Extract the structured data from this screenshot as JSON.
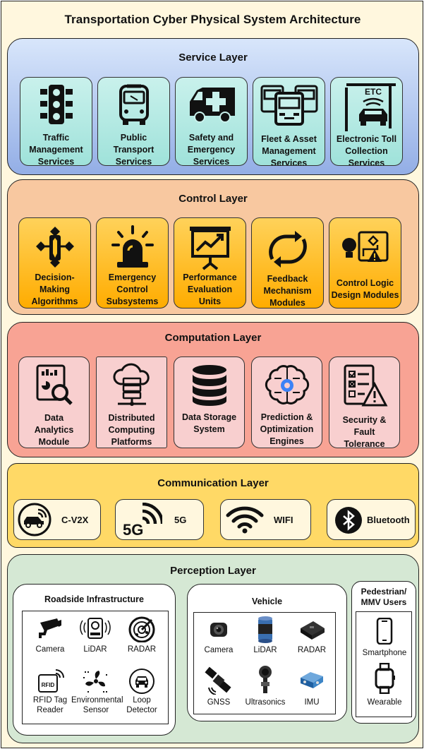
{
  "title": "Transportation Cyber Physical System Architecture",
  "service_layer": {
    "title": "Service Layer",
    "items": [
      {
        "label": "Traffic\nManagement\nServices",
        "icon": "traffic-light-icon"
      },
      {
        "label": "Public\nTransport\nServices",
        "icon": "bus-icon"
      },
      {
        "label": "Safety and\nEmergency\nServices",
        "icon": "ambulance-icon"
      },
      {
        "label": "Fleet & Asset\nManagement\nServices",
        "icon": "truck-fleet-icon"
      },
      {
        "label": "Electronic Toll\nCollection\nServices",
        "icon": "toll-gate-icon",
        "badge": "ETC"
      }
    ]
  },
  "control_layer": {
    "title": "Control Layer",
    "items": [
      {
        "label": "Decision-\nMaking\nAlgorithms",
        "icon": "decision-tree-icon"
      },
      {
        "label": "Emergency\nControl\nSubsystems",
        "icon": "siren-icon"
      },
      {
        "label": "Performance\nEvaluation\nUnits",
        "icon": "presentation-chart-icon"
      },
      {
        "label": "Feedback\nMechanism\nModules",
        "icon": "feedback-loop-icon"
      },
      {
        "label": "Control Logic\nDesign Modules",
        "icon": "logic-design-icon"
      }
    ]
  },
  "computation_layer": {
    "title": "Computation Layer",
    "items": [
      {
        "label": "Data\nAnalytics\nModule",
        "icon": "analytics-icon"
      },
      {
        "label": "Distributed\nComputing\nPlatforms",
        "icon": "cloud-server-icon"
      },
      {
        "label": "Data Storage\nSystem",
        "icon": "database-icon"
      },
      {
        "label": "Prediction &\nOptimization\nEngines",
        "icon": "brain-gear-icon"
      },
      {
        "label": "Security & Fault\nTolerance\nModules",
        "icon": "checklist-warning-icon"
      }
    ]
  },
  "communication_layer": {
    "title": "Communication Layer",
    "items": [
      {
        "label": "C-V2X",
        "icon": "car-signal-icon"
      },
      {
        "label": "5G",
        "icon": "5g-icon",
        "badge": "5G"
      },
      {
        "label": "WIFI",
        "icon": "wifi-icon"
      },
      {
        "label": "Bluetooth",
        "icon": "bluetooth-icon"
      }
    ]
  },
  "perception_layer": {
    "title": "Perception Layer",
    "roadside": {
      "title": "Roadside Infrastructure",
      "items": [
        {
          "label": "Camera",
          "icon": "cctv-camera-icon"
        },
        {
          "label": "LiDAR",
          "icon": "lidar-icon"
        },
        {
          "label": "RADAR",
          "icon": "radar-icon"
        },
        {
          "label": "RFID Tag\nReader",
          "icon": "rfid-icon",
          "badge": "RFID"
        },
        {
          "label": "Environmental\nSensor",
          "icon": "fan-sensor-icon"
        },
        {
          "label": "Loop\nDetector",
          "icon": "loop-detector-icon"
        }
      ]
    },
    "vehicle": {
      "title": "Vehicle",
      "items": [
        {
          "label": "Camera",
          "icon": "camera-icon"
        },
        {
          "label": "LiDAR",
          "icon": "lidar-unit-icon"
        },
        {
          "label": "RADAR",
          "icon": "radar-unit-icon"
        },
        {
          "label": "GNSS",
          "icon": "satellite-icon"
        },
        {
          "label": "Ultrasonics",
          "icon": "ultrasonic-sensor-icon"
        },
        {
          "label": "IMU",
          "icon": "imu-icon"
        }
      ]
    },
    "pedestrian": {
      "title": "Pedestrian/\nMMV Users",
      "items": [
        {
          "label": "Smartphone",
          "icon": "smartphone-icon"
        },
        {
          "label": "Wearable",
          "icon": "smartwatch-icon"
        }
      ]
    }
  },
  "colors": {
    "background": "#fff7de",
    "service": "#c2d5f5",
    "control": "#f8c8a0",
    "computation": "#f8a394",
    "communication": "#ffd966",
    "perception": "#d5e8d4"
  }
}
